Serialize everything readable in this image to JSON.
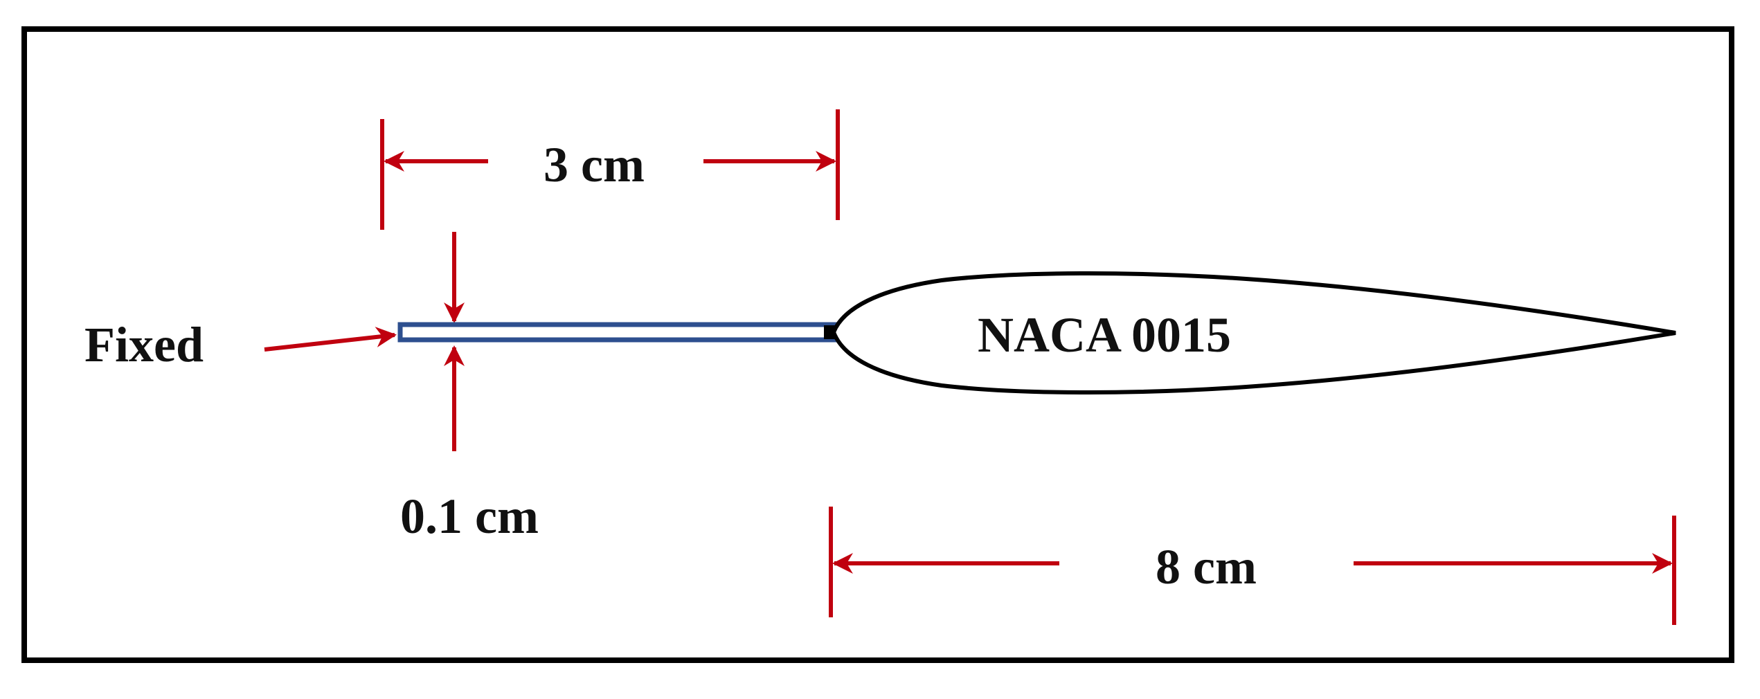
{
  "labels": {
    "span_label": "3 cm",
    "thickness_label": "0.1 cm",
    "chord_label": "8 cm",
    "fixed_label": "Fixed",
    "airfoil_label": "NACA 0015"
  },
  "colors": {
    "dimension_red": "#c0000f",
    "plate_blue": "#2d4f8f",
    "airfoil_black": "#000000",
    "frame_black": "#000000"
  }
}
